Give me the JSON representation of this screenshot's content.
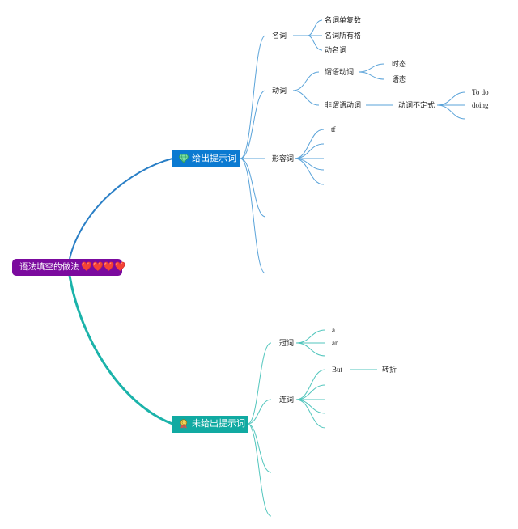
{
  "root": {
    "title": "语法填空的做法",
    "hearts": "❤️❤️❤️❤️"
  },
  "branches": {
    "given": {
      "title": "给出提示词",
      "icon": "diamond-icon",
      "color": "#0b7ad1"
    },
    "not_given": {
      "title": "未给出提示词",
      "icon": "award-icon",
      "color": "#11aaa2"
    }
  },
  "given": {
    "noun": {
      "label": "名词",
      "children": [
        "名词单复数",
        "名词所有格",
        "动名词"
      ]
    },
    "verb": {
      "label": "动词",
      "finite": {
        "label": "谓语动词",
        "children": [
          "时态",
          "语态"
        ]
      },
      "nonfinite": {
        "label": "非谓语动词",
        "child": "动词不定式",
        "grandchildren": [
          "To do",
          "doing"
        ]
      }
    },
    "adj": {
      "label": "形容词",
      "children": [
        "tf"
      ]
    }
  },
  "not_given": {
    "article": {
      "label": "冠词",
      "children": [
        "a",
        "an"
      ]
    },
    "conj": {
      "label": "连词",
      "but": "But",
      "but_meaning": "转折"
    }
  }
}
